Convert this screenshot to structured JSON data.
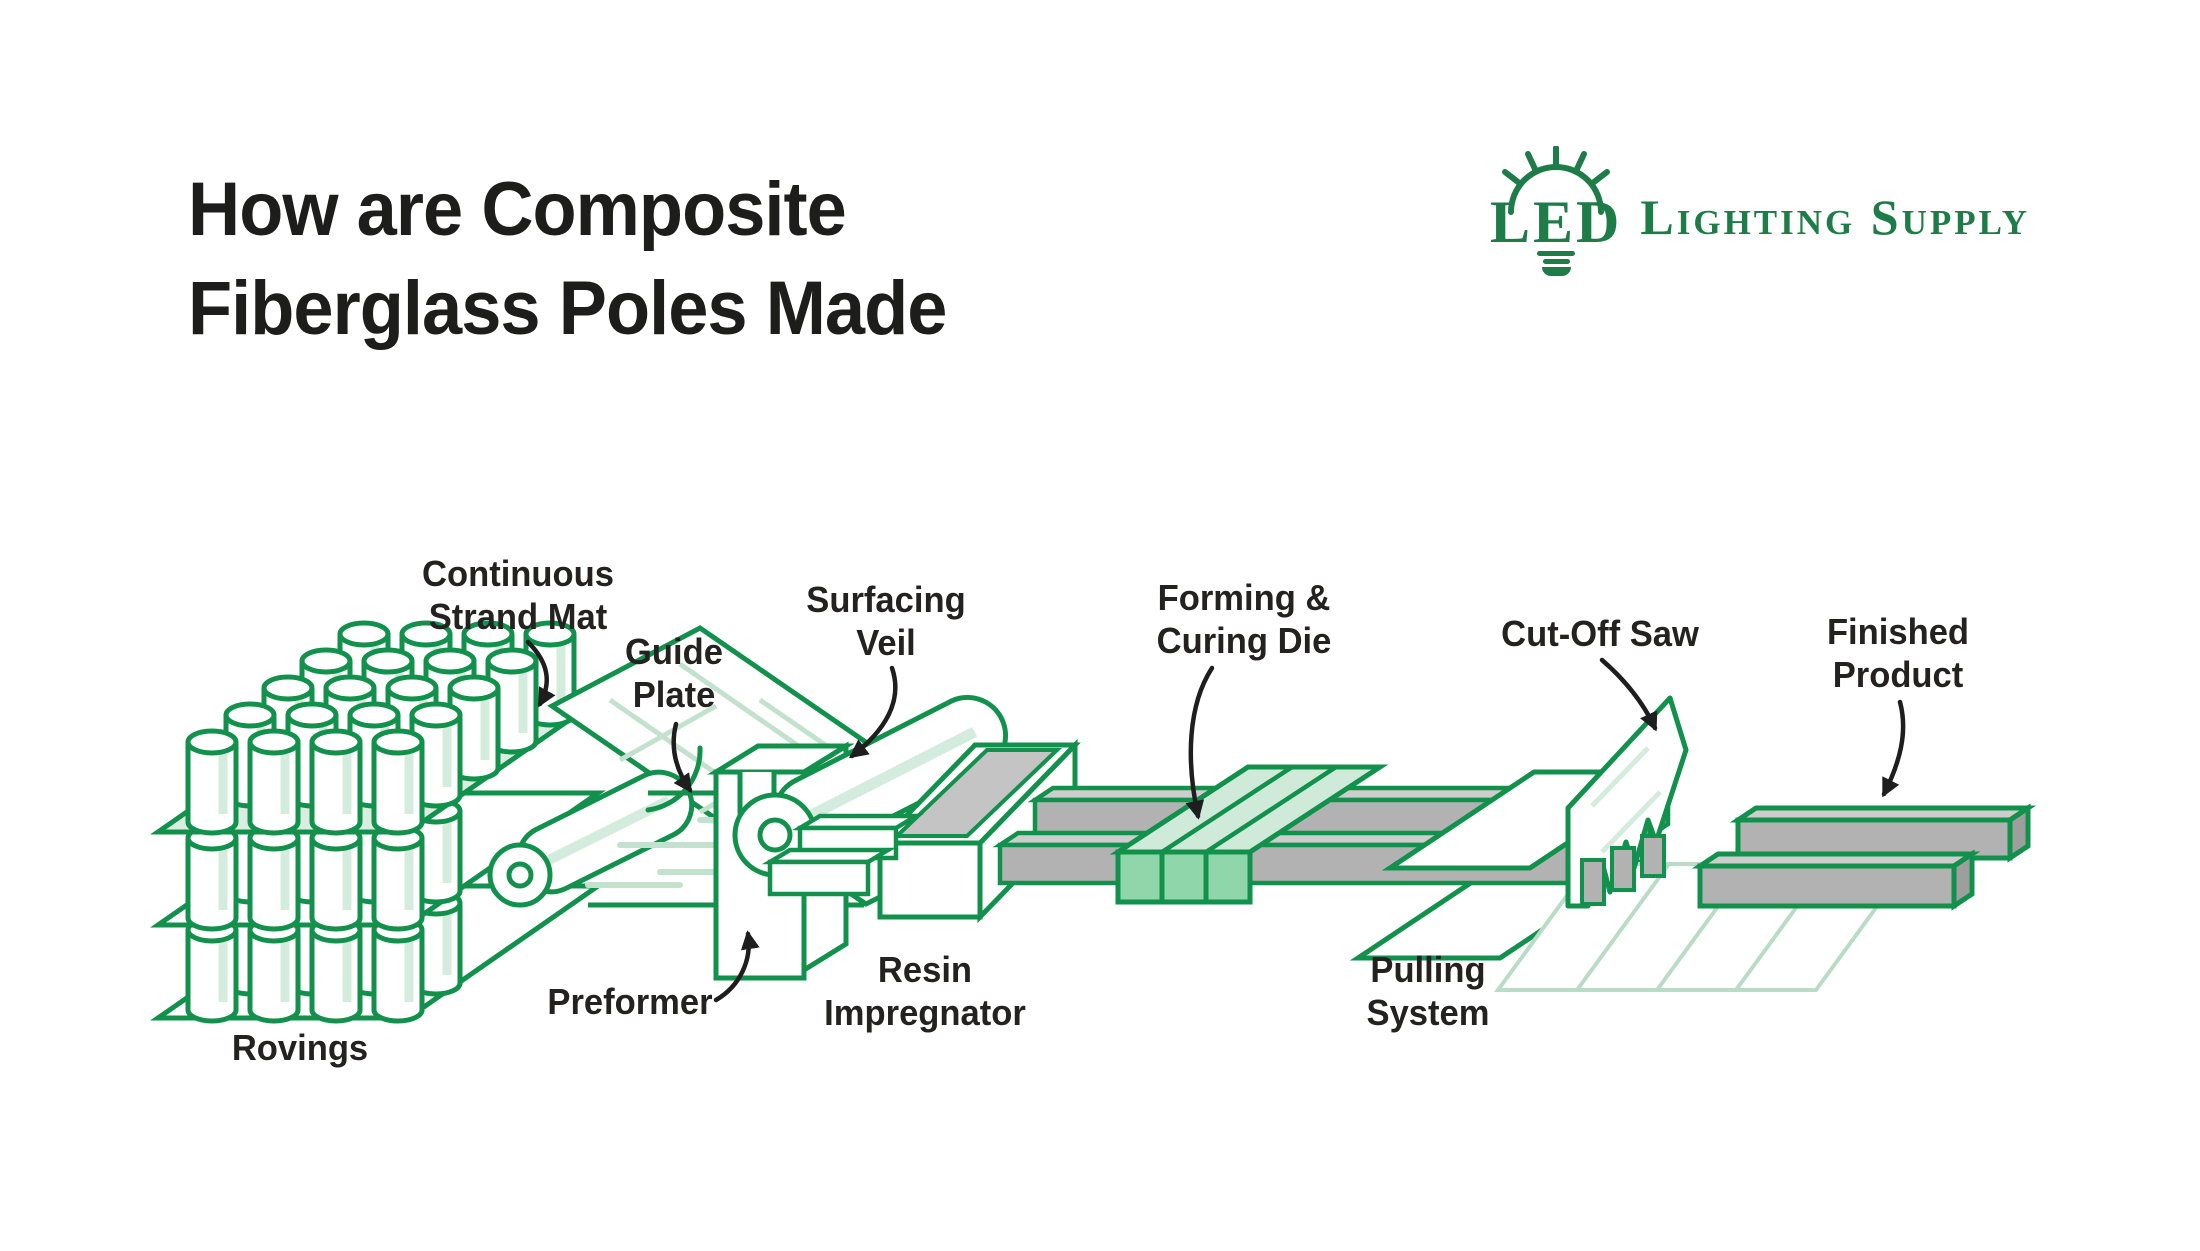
{
  "title": {
    "line1": "How are Composite",
    "line2": "Fiberglass Poles Made"
  },
  "logo": {
    "led": "LED",
    "rest": "Lighting Supply",
    "bulb_icon": "light-bulb-rays-icon"
  },
  "labels": {
    "rovings": {
      "lines": [
        "Rovings"
      ]
    },
    "continuous_strand_mat": {
      "lines": [
        "Continuous",
        "Strand Mat"
      ]
    },
    "guide_plate": {
      "lines": [
        "Guide",
        "Plate"
      ]
    },
    "preformer": {
      "lines": [
        "Preformer"
      ]
    },
    "surfacing_veil": {
      "lines": [
        "Surfacing",
        "Veil"
      ]
    },
    "resin_impregnator": {
      "lines": [
        "Resin",
        "Impregnator"
      ]
    },
    "forming_curing_die": {
      "lines": [
        "Forming &",
        "Curing Die"
      ]
    },
    "pulling_system": {
      "lines": [
        "Pulling",
        "System"
      ]
    },
    "cut_off_saw": {
      "lines": [
        "Cut-Off Saw"
      ]
    },
    "finished_product": {
      "lines": [
        "Finished",
        "Product"
      ]
    }
  },
  "colors": {
    "diagram_green": "#12914c",
    "pale_green_fill": "#d9eee0",
    "pale_green_line": "#c2e2cd",
    "die_front_green": "#8fd7aa",
    "die_top_green": "#cfead9",
    "bar_gray": "#b2b2b2",
    "bar_gray_top": "#cdcdcd",
    "resin_gray": "#c4c4c4",
    "logo_green": "#1d7c47",
    "text_black": "#1d1d1b",
    "arrow_black": "#1e1e1e"
  }
}
